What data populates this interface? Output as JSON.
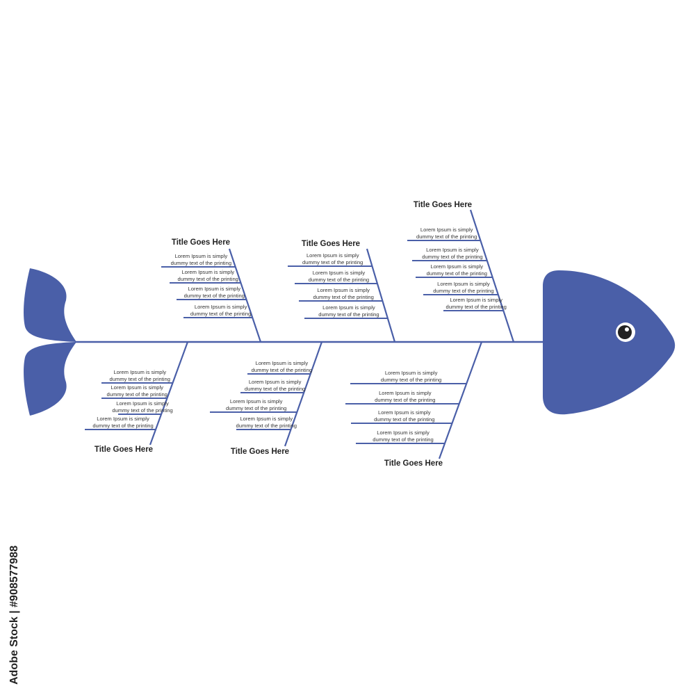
{
  "colors": {
    "fish": "#4a5fa8",
    "line": "#4a5fa8",
    "eye_ring": "#ffffff",
    "pupil": "#222222"
  },
  "watermark_id": "Adobe Stock | #908577988",
  "branches": [
    {
      "title": "Title Goes Here",
      "items": [
        [
          "Lorem Ipsum is simply",
          "dummy text of the printing"
        ],
        [
          "Lorem Ipsum is simply",
          "dummy text of the printing"
        ],
        [
          "Lorem Ipsum is simply",
          "dummy text of the printing"
        ],
        [
          "Lorem Ipsum is simply",
          "dummy text of the printing"
        ]
      ]
    },
    {
      "title": "Title Goes Here",
      "items": [
        [
          "Lorem Ipsum is simply",
          "dummy text of the printing"
        ],
        [
          "Lorem Ipsum is simply",
          "dummy text of the printing"
        ],
        [
          "Lorem Ipsum is simply",
          "dummy text of the printing"
        ],
        [
          "Lorem Ipsum is simply",
          "dummy text of the printing"
        ]
      ]
    },
    {
      "title": "Title Goes Here",
      "items": [
        [
          "Lorem Ipsum is simply",
          "dummy text of the printing"
        ],
        [
          "Lorem Ipsum is simply",
          "dummy text of the printing"
        ],
        [
          "Lorem Ipsum is simply",
          "dummy text of the printing"
        ],
        [
          "Lorem Ipsum is simply",
          "dummy text of the printing"
        ],
        [
          "Lorem Ipsum is simply",
          "dummy text of the printing"
        ]
      ]
    },
    {
      "title": "Title Goes Here",
      "items": [
        [
          "Lorem Ipsum is simply",
          "dummy text of the printing"
        ],
        [
          "Lorem Ipsum is simply",
          "dummy text of the printing"
        ],
        [
          "Lorem Ipsum is simply",
          "dummy text of the printing"
        ],
        [
          "Lorem Ipsum is simply",
          "dummy text of the printing"
        ]
      ]
    },
    {
      "title": "Title Goes Here",
      "items": [
        [
          "Lorem Ipsum is simply",
          "dummy text of the printing"
        ],
        [
          "Lorem Ipsum is simply",
          "dummy text of the printing"
        ],
        [
          "Lorem Ipsum is simply",
          "dummy text of the printing"
        ],
        [
          "Lorem Ipsum is simply",
          "dummy text of the printing"
        ]
      ]
    },
    {
      "title": "Title Goes Here",
      "items": [
        [
          "Lorem Ipsum is simply",
          "dummy text of the printing"
        ],
        [
          "Lorem Ipsum is simply",
          "dummy text of the printing"
        ],
        [
          "Lorem Ipsum is simply",
          "dummy text of the printing"
        ],
        [
          "Lorem Ipsum is simply",
          "dummy text of the printing"
        ]
      ]
    }
  ]
}
